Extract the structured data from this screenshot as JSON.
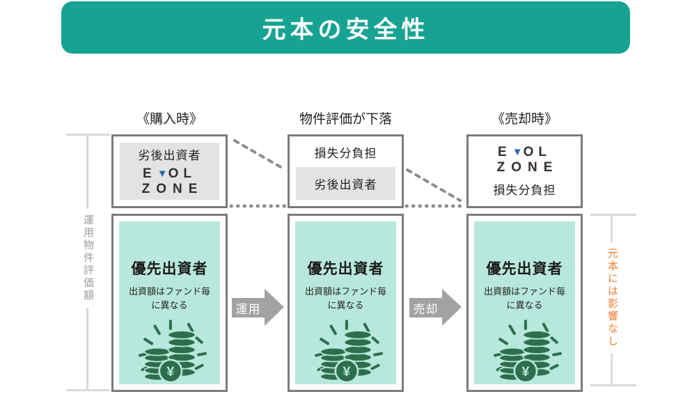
{
  "title": "元本の安全性",
  "colors": {
    "banner": "#17a392",
    "mint": "#b8e8db",
    "coin_green": "#2e6e4d",
    "orange": "#ee7d2e",
    "logo_blue": "#2c66ae",
    "logo_dark": "#332d2b",
    "box_border": "#7b7b7b",
    "gray_panel": "#e3e3e3",
    "arrow_gray": "#a2a2a2",
    "connector_gray": "#8c8c8c",
    "bracket_gray": "#d9d9d9",
    "bracket_text_gray": "#9b9b9b"
  },
  "columns": [
    {
      "header": "《購入時》"
    },
    {
      "header": "物件評価が下落"
    },
    {
      "header": "《売却時》"
    }
  ],
  "boxes": {
    "subordinated_label": "劣後出資者",
    "loss_label": "損失分負担"
  },
  "logo": {
    "l1_left": "E",
    "l1_tri": "▼",
    "l1_right": "OL",
    "l2": "ZONE"
  },
  "priority_box": {
    "title": "優先出資者",
    "subtitle_line1": "出資額はファンド毎",
    "subtitle_line2": "に異なる",
    "yen": "¥"
  },
  "arrows": [
    {
      "label": "運用"
    },
    {
      "label": "売却"
    }
  ],
  "axis_labels": {
    "left": "運用物件評価額",
    "right": "元本には影響なし"
  }
}
